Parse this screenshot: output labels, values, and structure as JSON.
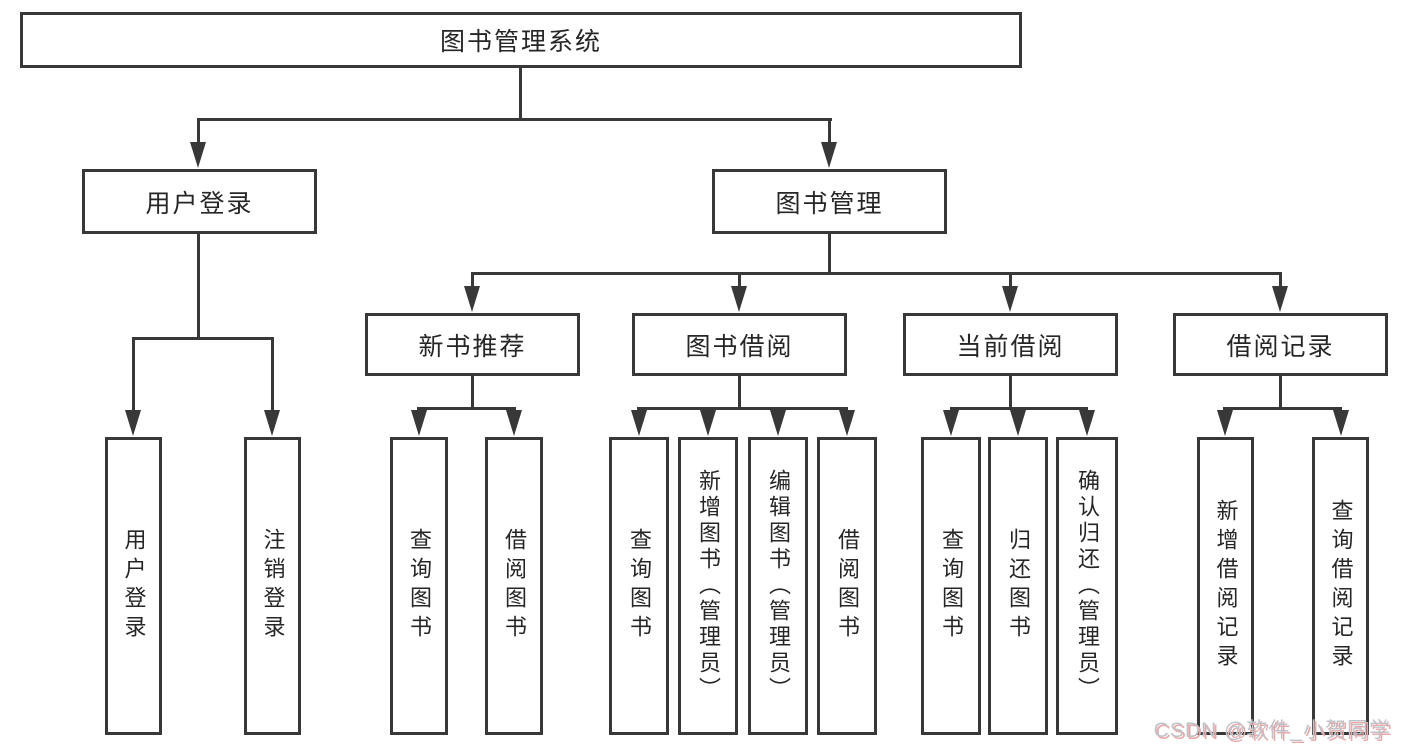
{
  "diagram": {
    "type": "tree",
    "colors": {
      "line": "#383838",
      "text": "#262626",
      "background": "#ffffff",
      "watermark_text": "#bfc3c9",
      "watermark_shadow": "#eaa9a9"
    },
    "nodes": {
      "root": "图书管理系统",
      "user_login": "用户登录",
      "book_management": "图书管理",
      "new_book_recommend": "新书推荐",
      "book_borrow": "图书借阅",
      "current_borrow": "当前借阅",
      "borrow_record": "借阅记录",
      "leaf_user_login": "用户登录",
      "leaf_logout": "注销登录",
      "leaf_nb_query": "查询图书",
      "leaf_nb_borrow": "借阅图书",
      "leaf_bb_query": "查询图书",
      "leaf_bb_add": "新增图书（管理员）",
      "leaf_bb_edit": "编辑图书（管理员）",
      "leaf_bb_borrow": "借阅图书",
      "leaf_cb_query": "查询图书",
      "leaf_cb_return": "归还图书",
      "leaf_cb_confirm": "确认归还（管理员）",
      "leaf_br_add": "新增借阅记录",
      "leaf_br_query": "查询借阅记录"
    },
    "edges": [
      [
        "root",
        "user_login"
      ],
      [
        "root",
        "book_management"
      ],
      [
        "user_login",
        "leaf_user_login"
      ],
      [
        "user_login",
        "leaf_logout"
      ],
      [
        "book_management",
        "new_book_recommend"
      ],
      [
        "book_management",
        "book_borrow"
      ],
      [
        "book_management",
        "current_borrow"
      ],
      [
        "book_management",
        "borrow_record"
      ],
      [
        "new_book_recommend",
        "leaf_nb_query"
      ],
      [
        "new_book_recommend",
        "leaf_nb_borrow"
      ],
      [
        "book_borrow",
        "leaf_bb_query"
      ],
      [
        "book_borrow",
        "leaf_bb_add"
      ],
      [
        "book_borrow",
        "leaf_bb_edit"
      ],
      [
        "book_borrow",
        "leaf_bb_borrow"
      ],
      [
        "current_borrow",
        "leaf_cb_query"
      ],
      [
        "current_borrow",
        "leaf_cb_return"
      ],
      [
        "current_borrow",
        "leaf_cb_confirm"
      ],
      [
        "borrow_record",
        "leaf_br_add"
      ],
      [
        "borrow_record",
        "leaf_br_query"
      ]
    ],
    "watermark": "CSDN @软件_小贺同学"
  }
}
